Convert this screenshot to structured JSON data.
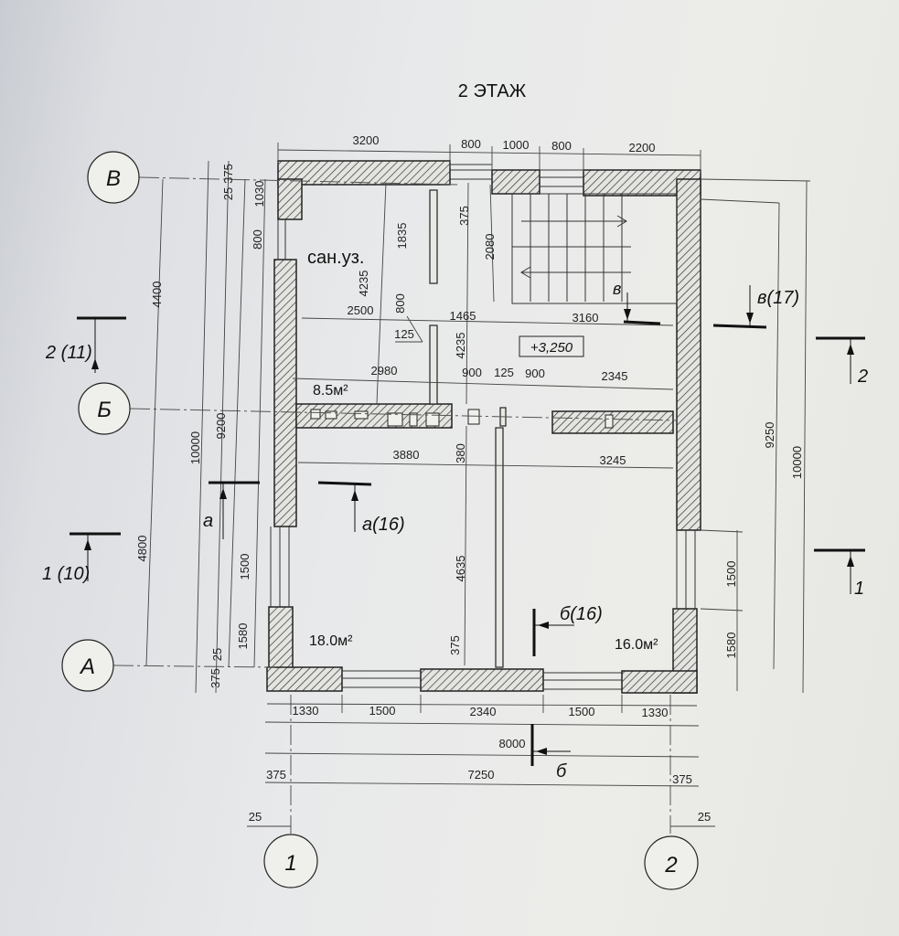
{
  "title": "2 ЭТАЖ",
  "axes": {
    "B": "В",
    "Bb": "Б",
    "A": "А",
    "one": "1",
    "two": "2"
  },
  "rooms": {
    "sanuz": "сан.уз.",
    "area_wc": "8.5м²",
    "area_left": "18.0м²",
    "area_right": "16.0м²",
    "level": "+3,250"
  },
  "sections": {
    "s2_11": "2 (11)",
    "s1_10": "1 (10)",
    "s2": "2",
    "s1": "1",
    "a": "a",
    "a16": "a(16)",
    "v17": "в(17)",
    "v": "в",
    "b16": "б(16)",
    "b": "б"
  },
  "dims": {
    "top": [
      "3200",
      "800",
      "1000",
      "800",
      "2200"
    ],
    "bottom1": [
      "1330",
      "1500",
      "2340",
      "1500",
      "1330"
    ],
    "bottom_8000": "8000",
    "bottom_7250": "7250",
    "d375": "375",
    "d25": "25",
    "left": [
      "25",
      "375",
      "1030",
      "800",
      "4400",
      "4235",
      "9200",
      "10000",
      "4800",
      "1500",
      "1580",
      "25",
      "375"
    ],
    "right": [
      "9250",
      "10000",
      "1500",
      "1580"
    ],
    "inner": [
      "1835",
      "375",
      "2080",
      "800",
      "125",
      "1465",
      "2500",
      "3160",
      "4235",
      "2980",
      "900",
      "125",
      "900",
      "2345",
      "3880",
      "380",
      "3245",
      "4635",
      "375"
    ]
  }
}
